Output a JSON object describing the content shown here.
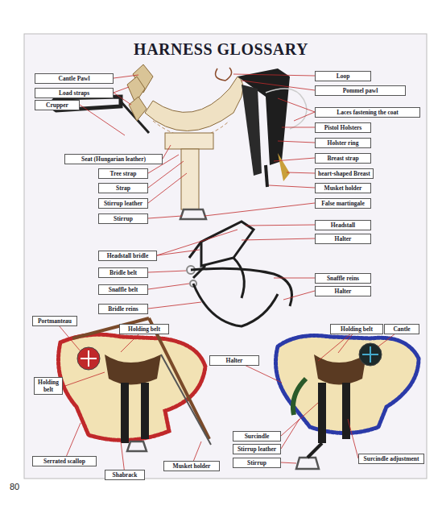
{
  "diagram": {
    "title": "HARNESS GLOSSARY",
    "nodes": [
      {
        "text": [
          "Loop"
        ]
      },
      {
        "text": [
          "Cantle Pawl"
        ]
      },
      {
        "text": [
          "Pommel pawl"
        ]
      },
      {
        "text": [
          "Load straps"
        ]
      },
      {
        "text": [
          "Crupper"
        ]
      },
      {
        "text": [
          "Laces fastening the coat"
        ]
      },
      {
        "text": [
          "Pistol Holsters"
        ]
      },
      {
        "text": [
          "Holster ring"
        ]
      },
      {
        "text": [
          "Breast strap"
        ]
      },
      {
        "text": [
          "Seat (Hungarian leather)"
        ]
      },
      {
        "text": [
          "heart-shaped Breast"
        ]
      },
      {
        "text": [
          "Tree strap"
        ]
      },
      {
        "text": [
          "Musket holder"
        ]
      },
      {
        "text": [
          "Strap"
        ]
      },
      {
        "text": [
          "False martingale"
        ]
      },
      {
        "text": [
          "Stirrup leather"
        ]
      },
      {
        "text": [
          "Stirrup"
        ]
      },
      {
        "text": [
          "Headstall"
        ]
      },
      {
        "text": [
          "Halter"
        ]
      },
      {
        "text": [
          "Headstall bridle"
        ]
      },
      {
        "text": [
          "Bridle belt"
        ]
      },
      {
        "text": [
          "Snaffle reins"
        ]
      },
      {
        "text": [
          "Snaffle belt"
        ]
      },
      {
        "text": [
          "Halter"
        ]
      },
      {
        "text": [
          "Bridle reins"
        ]
      },
      {
        "text": [
          "Portmanteau"
        ]
      },
      {
        "text": [
          "Holding belt"
        ]
      },
      {
        "text": [
          "Holding belt"
        ]
      },
      {
        "text": [
          "Cantle"
        ]
      },
      {
        "text": [
          "Halter"
        ]
      },
      {
        "text": [
          "Holding belt"
        ]
      },
      {
        "text": [
          "Surcindle"
        ]
      },
      {
        "text": [
          "Stirrup leather"
        ]
      },
      {
        "text": [
          "Surcindle adjustment"
        ]
      },
      {
        "text": [
          "Serrated scallop"
        ]
      },
      {
        "text": [
          "Stirrup"
        ]
      },
      {
        "text": [
          "Musket holder"
        ]
      },
      {
        "text": [
          "Shabrack"
        ]
      }
    ],
    "labels": [
      "80"
    ]
  }
}
